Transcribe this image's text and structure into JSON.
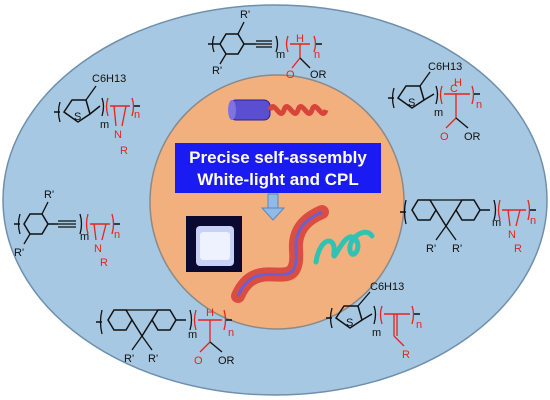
{
  "banner": {
    "line1": "Precise self-assembly",
    "line2": "White-light and CPL"
  },
  "labels": {
    "hexyl": "C6H13",
    "m": "m",
    "n": "n",
    "R": "R",
    "Rp": "R'",
    "OR": "OR",
    "O": "O",
    "N": "N",
    "S": "S",
    "C": "C",
    "H": "H"
  },
  "colors": {
    "outer_ellipse": "#a6c8e2",
    "inner_circle": "#f2b07f",
    "banner_bg": "#1a1af2",
    "polymer_red": "#e8231b",
    "polymer_black": "#111111",
    "rod": "#5a4fd0",
    "helix_red": "#d8433a",
    "helix_teal": "#32c2b3",
    "arrow": "#8fbbe6"
  }
}
